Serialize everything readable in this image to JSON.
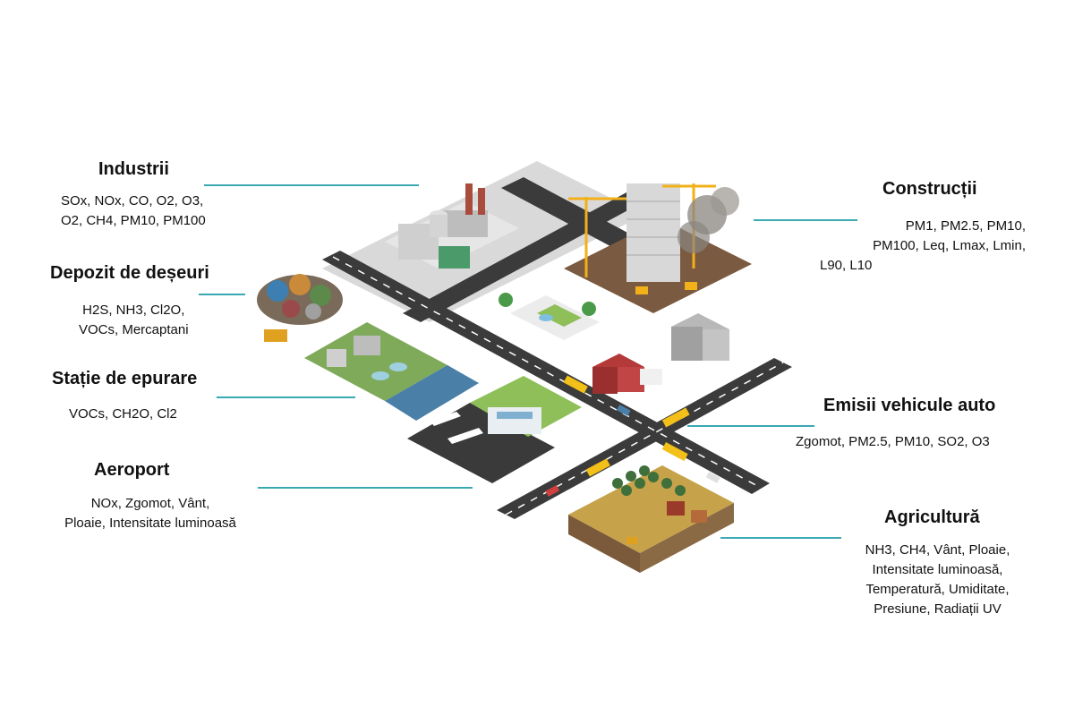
{
  "colors": {
    "leader": "#3aa9b1",
    "road": "#3b3b3b",
    "sidewalk": "#d9d9d9",
    "grass": "#8fbf59",
    "water": "#4a7fa8",
    "smoke": "#8a8580",
    "field": "#c6a24a"
  },
  "categories": [
    {
      "id": "industrii",
      "title": "Industrii",
      "lines": [
        "SOx, NOx, CO, O2, O3,",
        "O2, CH4, PM10, PM100"
      ]
    },
    {
      "id": "depozit",
      "title": "Depozit de deșeuri",
      "lines": [
        "H2S, NH3, Cl2O,",
        "VOCs, Mercaptani"
      ]
    },
    {
      "id": "statie",
      "title": "Stație de epurare",
      "lines": [
        "VOCs, CH2O, Cl2"
      ]
    },
    {
      "id": "aeroport",
      "title": "Aeroport",
      "lines": [
        "NOx, Zgomot, Vânt,",
        "Ploaie, Intensitate luminoasă"
      ]
    },
    {
      "id": "constructii",
      "title": "Construcții",
      "lines": [
        "PM1,  PM2.5,  PM10,",
        "PM100,  Leq,  Lmax,  Lmin,",
        "L90, L10"
      ]
    },
    {
      "id": "emisii",
      "title": "Emisii vehicule auto",
      "lines": [
        "Zgomot, PM2.5, PM10, SO2, O3"
      ]
    },
    {
      "id": "agricultura",
      "title": "Agricultură",
      "lines": [
        "NH3, CH4, Vânt, Ploaie,",
        "Intensitate luminoasă,",
        "Temperatură, Umiditate,",
        "Presiune, Radiații UV"
      ]
    }
  ],
  "icons": {
    "industry": "factory-icon",
    "landfill": "landfill-icon",
    "treatment": "water-treatment-icon",
    "airport": "airport-icon",
    "construction": "construction-site-icon",
    "traffic": "traffic-icon",
    "agriculture": "farm-icon"
  }
}
